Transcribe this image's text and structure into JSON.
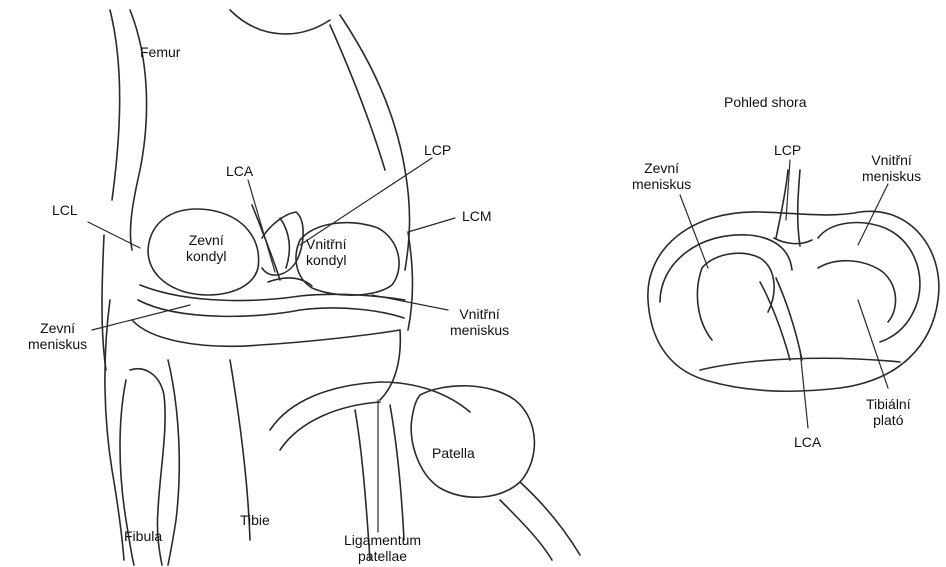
{
  "front_view": {
    "femur": "Femur",
    "lcp": "LCP",
    "lca": "LCA",
    "lcl": "LCL",
    "lcm": "LCM",
    "lateral_condyle": [
      "Zevní",
      "kondyl"
    ],
    "medial_condyle": [
      "Vnitřní",
      "kondyl"
    ],
    "lateral_meniscus": [
      "Zevní",
      "meniskus"
    ],
    "medial_meniscus": [
      "Vnitřní",
      "meniskus"
    ],
    "patella": "Patella",
    "fibula": "Fibula",
    "tibia": "Tibie",
    "ligamentum_patellae": [
      "Ligamentum",
      "patellae"
    ]
  },
  "top_view": {
    "title": "Pohled shora",
    "lcp": "LCP",
    "lca": "LCA",
    "lateral_meniscus": [
      "Zevní",
      "meniskus"
    ],
    "medial_meniscus": [
      "Vnitřní",
      "meniskus"
    ],
    "tibial_plateau": [
      "Tibiální",
      "plató"
    ]
  }
}
